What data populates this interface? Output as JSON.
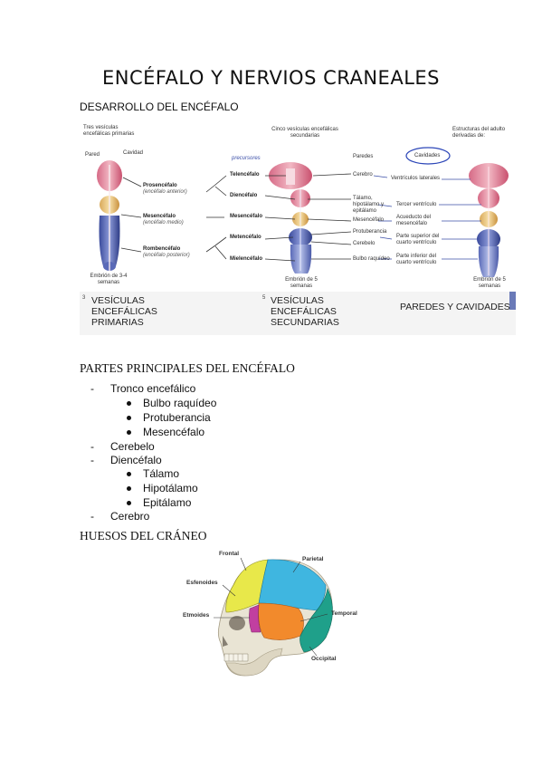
{
  "title": "ENCÉFALO Y NERVIOS CRANEALES",
  "section1": {
    "heading": "DESARROLLO DEL ENCÉFALO"
  },
  "figure1": {
    "top_left": "Tres vesículas encefálicas primarias",
    "top_mid": "Cinco vesículas encefálicas secundarias",
    "top_right": "Estructuras del adulto derivadas de:",
    "pared": "Pared",
    "cavidad": "Cavidad",
    "precursores": "precursores",
    "prosencefalo": "Prosencéfalo",
    "prosencefalo_sub": "(encéfalo anterior)",
    "mesencefalo": "Mesencéfalo",
    "mesencefalo_sub": "(encéfalo medio)",
    "rombencefalo": "Rombencéfalo",
    "rombencefalo_sub": "(encéfalo posterior)",
    "embrion_1": "Embrión de 3-4 semanas",
    "sec": [
      "Telencéfalo",
      "Diencéfalo",
      "Mesencéfalo",
      "Metencéfalo",
      "Mielencéfalo"
    ],
    "embrion_2": "Embrión de 5 semanas",
    "paredes_label": "Paredes",
    "cavidades_label": "Cavidades",
    "paredes": [
      "Cerebro",
      "Tálamo, hipotálamo y epitálamo",
      "Mesencéfalo",
      "Protuberancia",
      "Cerebelo",
      "Bulbo raquídeo"
    ],
    "cavidades": [
      "Ventrículos laterales",
      "Tercer ventrículo",
      "Acueducto del mesencéfalo",
      "Parte superior del cuarto ventrículo",
      "Parte inferior del cuarto ventrículo"
    ],
    "embrion_3": "Embrión de 5 semanas",
    "num_a": "3",
    "num_b": "5",
    "caption_a": "VESÍCULAS ENCEFÁLICAS PRIMARIAS",
    "caption_b": "VESÍCULAS ENCEFÁLICAS SECUNDARIAS",
    "caption_c": "PAREDES Y CAVIDADES"
  },
  "section2": {
    "heading": "PARTES PRINCIPALES DEL ENCÉFALO",
    "dash": "-",
    "items": [
      {
        "label": "Tronco encefálico",
        "children": [
          "Bulbo raquídeo",
          "Protuberancia",
          "Mesencéfalo"
        ]
      },
      {
        "label": "Cerebelo",
        "children": []
      },
      {
        "label": "Diencéfalo",
        "children": [
          "Tálamo",
          "Hipotálamo",
          "Epitálamo"
        ]
      },
      {
        "label": "Cerebro",
        "children": []
      }
    ]
  },
  "section3": {
    "heading": "HUESOS DEL CRÁNEO",
    "labels": {
      "frontal": "Frontal",
      "parietal": "Parietal",
      "esfenoides": "Esfenoides",
      "temporal": "Temporal",
      "etmoides": "Etmoides",
      "occipital": "Occipital"
    },
    "colors": {
      "frontal": "#e8e84a",
      "parietal": "#3fb6e0",
      "temporal": "#f28a2c",
      "occipital": "#1fa08a",
      "esfenoides": "#c13fa0",
      "bone": "#e9e4d4"
    }
  }
}
